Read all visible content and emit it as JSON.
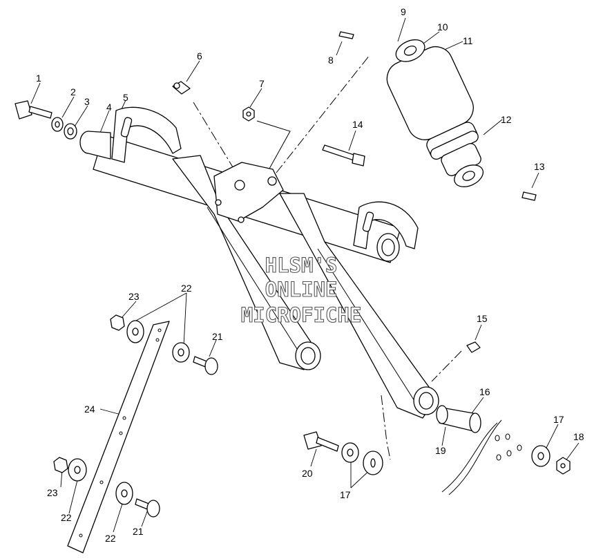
{
  "watermark": {
    "line1": "HLSM'S",
    "line2": "ONLINE",
    "line3": "MICROFICHE"
  },
  "callouts": [
    {
      "id": "c1",
      "label": "1"
    },
    {
      "id": "c2",
      "label": "2"
    },
    {
      "id": "c3",
      "label": "3"
    },
    {
      "id": "c4",
      "label": "4"
    },
    {
      "id": "c5",
      "label": "5"
    },
    {
      "id": "c6",
      "label": "6"
    },
    {
      "id": "c7",
      "label": "7"
    },
    {
      "id": "c8",
      "label": "8"
    },
    {
      "id": "c9",
      "label": "9"
    },
    {
      "id": "c10",
      "label": "10"
    },
    {
      "id": "c11",
      "label": "11"
    },
    {
      "id": "c12",
      "label": "12"
    },
    {
      "id": "c13",
      "label": "13"
    },
    {
      "id": "c14",
      "label": "14"
    },
    {
      "id": "c15",
      "label": "15"
    },
    {
      "id": "c16",
      "label": "16"
    },
    {
      "id": "c17a",
      "label": "17"
    },
    {
      "id": "c17b",
      "label": "17"
    },
    {
      "id": "c18",
      "label": "18"
    },
    {
      "id": "c19",
      "label": "19"
    },
    {
      "id": "c20",
      "label": "20"
    },
    {
      "id": "c21a",
      "label": "21"
    },
    {
      "id": "c21b",
      "label": "21"
    },
    {
      "id": "c22a",
      "label": "22"
    },
    {
      "id": "c22b",
      "label": "22"
    },
    {
      "id": "c22c",
      "label": "22"
    },
    {
      "id": "c23a",
      "label": "23"
    },
    {
      "id": "c23b",
      "label": "23"
    },
    {
      "id": "c24",
      "label": "24"
    }
  ]
}
